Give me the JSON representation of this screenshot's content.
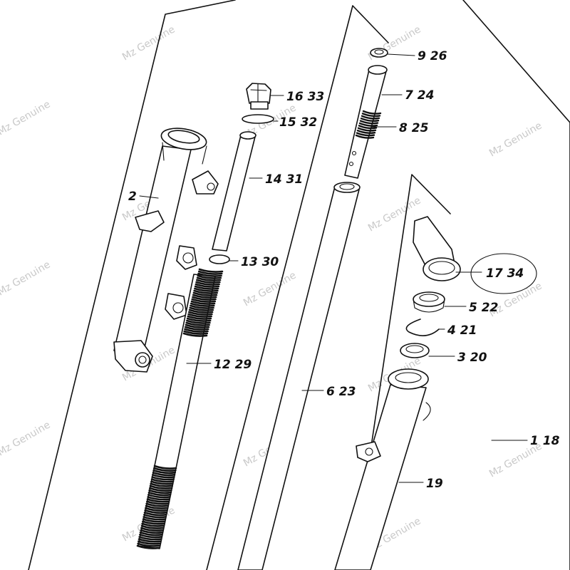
{
  "watermark": "Mz Genuine",
  "labels": {
    "p9_26": "9 26",
    "p16_33": "16 33",
    "p7_24": "7 24",
    "p15_32": "15 32",
    "p8_25": "8 25",
    "p14_31": "14 31",
    "p2": "2",
    "p13_30": "13 30",
    "p17_34": "17 34",
    "p5_22": "5 22",
    "p4_21": "4 21",
    "p3_20": "3 20",
    "p12_29": "12 29",
    "p6_23": "6 23",
    "p1_18": "1 18",
    "p19": "19"
  }
}
